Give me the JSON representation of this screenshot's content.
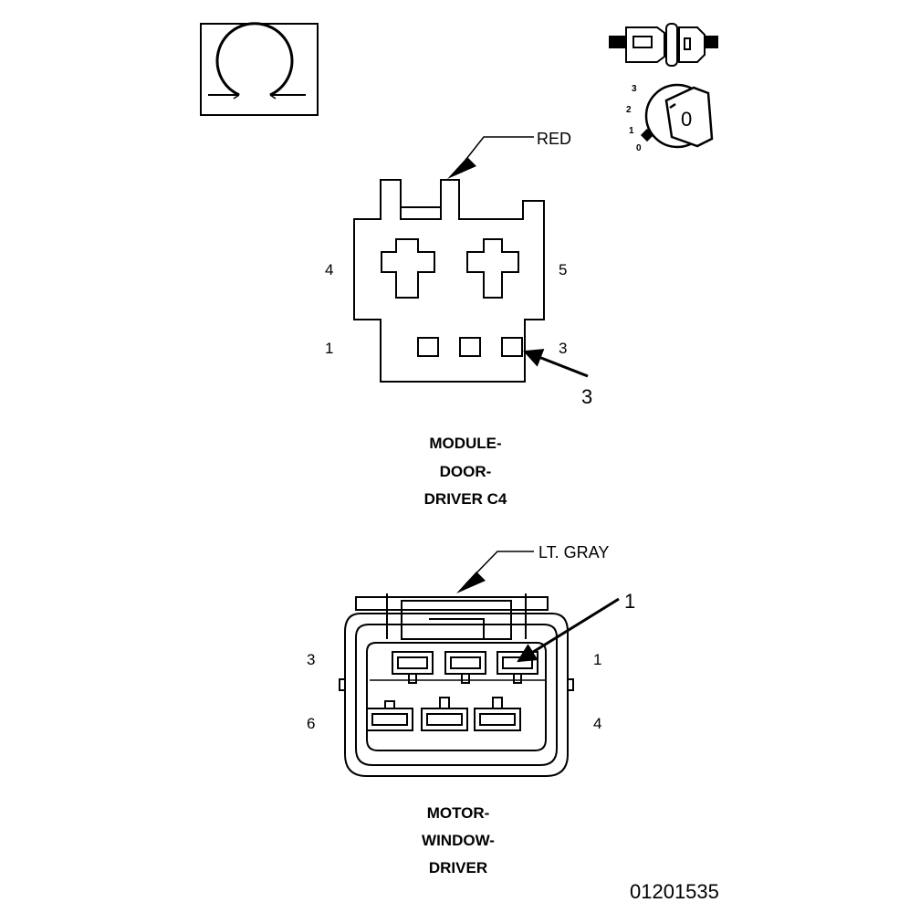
{
  "symbols": {
    "ohmmeter_icon": "omega-meter-icon",
    "connector_icon": "connector-halves-icon",
    "ignition_icon": "ignition-key-icon",
    "ignition_positions": [
      "3",
      "2",
      "1",
      "0"
    ],
    "ignition_key_text": "0"
  },
  "module_connector": {
    "wire_color_callout": "RED",
    "pin_labels": {
      "top_left": "4",
      "top_right": "5",
      "bottom_left": "1",
      "bottom_right": "3"
    },
    "pointer_callout": "3",
    "name_lines": [
      "MODULE-",
      "DOOR-",
      "DRIVER C4"
    ]
  },
  "motor_connector": {
    "wire_color_callout": "LT. GRAY",
    "pin_labels": {
      "top_left": "3",
      "top_right": "1",
      "bottom_left": "6",
      "bottom_right": "4"
    },
    "pointer_callout": "1",
    "name_lines": [
      "MOTOR-",
      "WINDOW-",
      "DRIVER"
    ]
  },
  "figure_number": "01201535"
}
